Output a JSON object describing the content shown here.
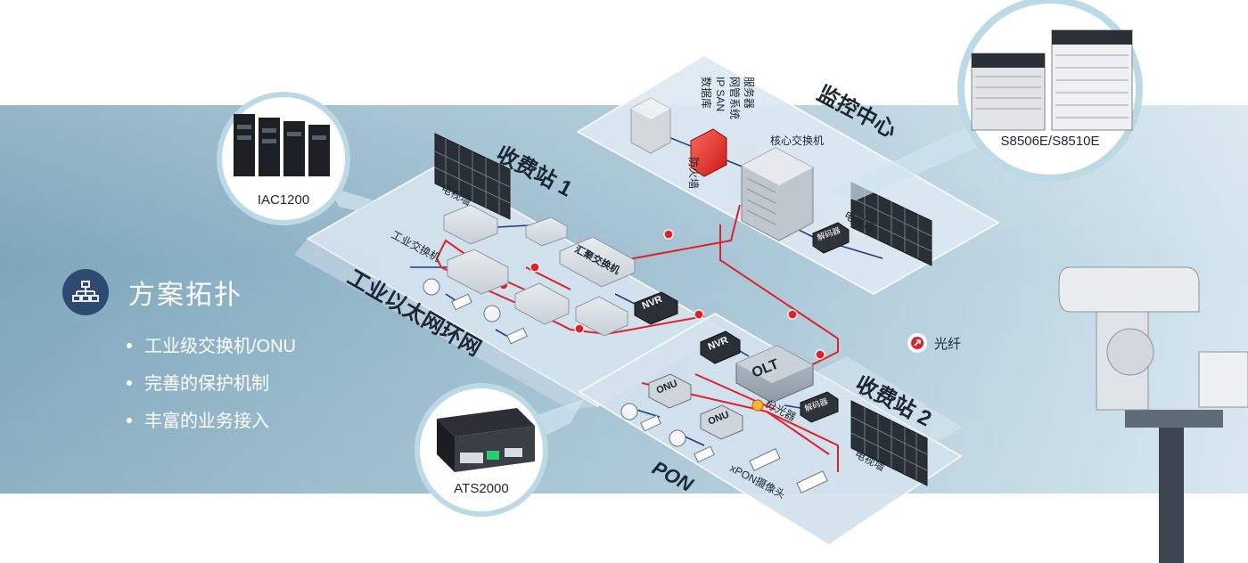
{
  "section": {
    "title": "方案拓扑",
    "bullets": [
      "工业级交换机/ONU",
      "完善的保护机制",
      "丰富的业务接入"
    ]
  },
  "legend": {
    "fiber_label": "光纤"
  },
  "zones": {
    "monitor_center": "监控中心",
    "toll_station_1": "收费站 1",
    "toll_station_2": "收费站 2",
    "industrial_ring": "工业以太网环网",
    "pon": "PON"
  },
  "devices": {
    "server_lines": [
      "服务器",
      "网管系统",
      "IP SAN",
      "数据库"
    ],
    "firewall": "防火墙",
    "core_switch": "核心交换机",
    "video_wall": "电视墙",
    "decoder": "解码器",
    "aggregation_switch": "汇聚交换机",
    "industrial_switch": "工业交换机",
    "nvr": "NVR",
    "olt": "OLT",
    "onu": "ONU",
    "splitter": "分光器",
    "xpon_camera": "xPON摄像头"
  },
  "callouts": {
    "iac": "IAC1200",
    "ats": "ATS2000",
    "core_models": "S8506E/S8510E"
  },
  "colors": {
    "platform": "#d8e6f1",
    "fiber": "#e0202a",
    "link": "#1f3c88",
    "title_icon": "#2e4b6f"
  }
}
